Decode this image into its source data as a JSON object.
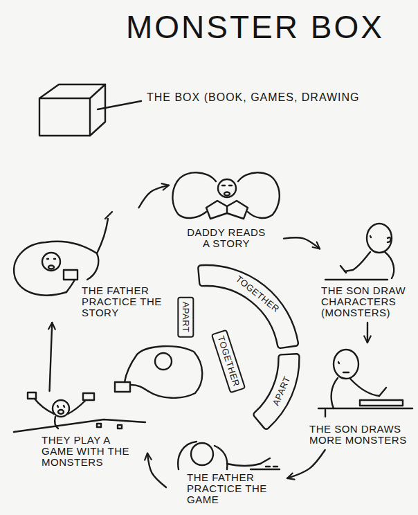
{
  "diagram": {
    "title": "MONSTER BOX",
    "nodes": [
      {
        "text": [
          "DADDY READS A STORY"
        ]
      },
      {
        "text": [
          "THE SON DRAW CHARACTERS (MONSTERS)"
        ]
      },
      {
        "text": [
          "THE SON DRAWS MORE MONSTERS"
        ]
      },
      {
        "text": [
          "THE FATHER PRACTICE THE GAME"
        ]
      },
      {
        "text": [
          "THEY PLAY A GAME WITH THE MONSTERS"
        ]
      },
      {
        "text": [
          "THE FATHER PRACTICE THE STORY"
        ]
      },
      {
        "text": [
          "TOGETHER"
        ]
      },
      {
        "text": [
          "APART"
        ]
      },
      {
        "text": [
          "APART"
        ]
      },
      {
        "text": [
          "TOGETHER"
        ]
      }
    ],
    "edges": [
      {
        "from": 0,
        "to": 1,
        "arrow": "to"
      },
      {
        "from": 1,
        "to": 2,
        "arrow": "to"
      },
      {
        "from": 2,
        "to": 3,
        "arrow": "to"
      },
      {
        "from": 3,
        "to": 4,
        "arrow": "to"
      },
      {
        "from": 4,
        "to": 5,
        "arrow": "to"
      },
      {
        "from": 5,
        "to": 0,
        "arrow": "to"
      }
    ],
    "labels": [
      "THE BOX (BOOK, GAMES, DRAWING"
    ]
  }
}
